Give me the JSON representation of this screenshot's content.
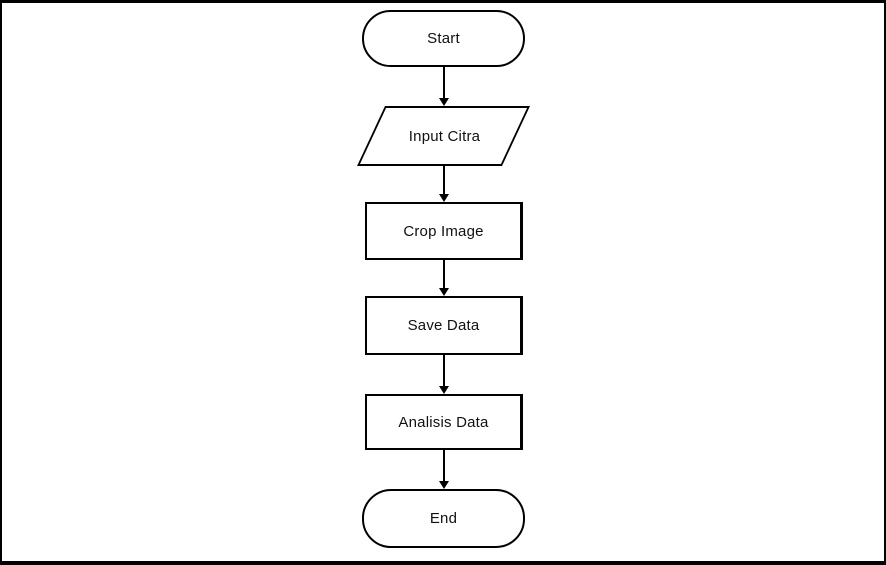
{
  "diagram": {
    "type": "flowchart",
    "direction": "top-to-bottom",
    "colors": {
      "stroke": "#000000",
      "fill": "#ffffff",
      "text": "#111111",
      "frame": "#000000"
    },
    "nodes": [
      {
        "id": "start",
        "type": "terminator",
        "label": "Start"
      },
      {
        "id": "input-citra",
        "type": "input-output",
        "label": "Input Citra"
      },
      {
        "id": "crop-image",
        "type": "process",
        "label": "Crop Image"
      },
      {
        "id": "save-data",
        "type": "process",
        "label": "Save Data"
      },
      {
        "id": "analisis-data",
        "type": "process",
        "label": "Analisis Data"
      },
      {
        "id": "end",
        "type": "terminator",
        "label": "End"
      }
    ],
    "edges": [
      {
        "from": "start",
        "to": "input-citra"
      },
      {
        "from": "input-citra",
        "to": "crop-image"
      },
      {
        "from": "crop-image",
        "to": "save-data"
      },
      {
        "from": "save-data",
        "to": "analisis-data"
      },
      {
        "from": "analisis-data",
        "to": "end"
      }
    ]
  }
}
